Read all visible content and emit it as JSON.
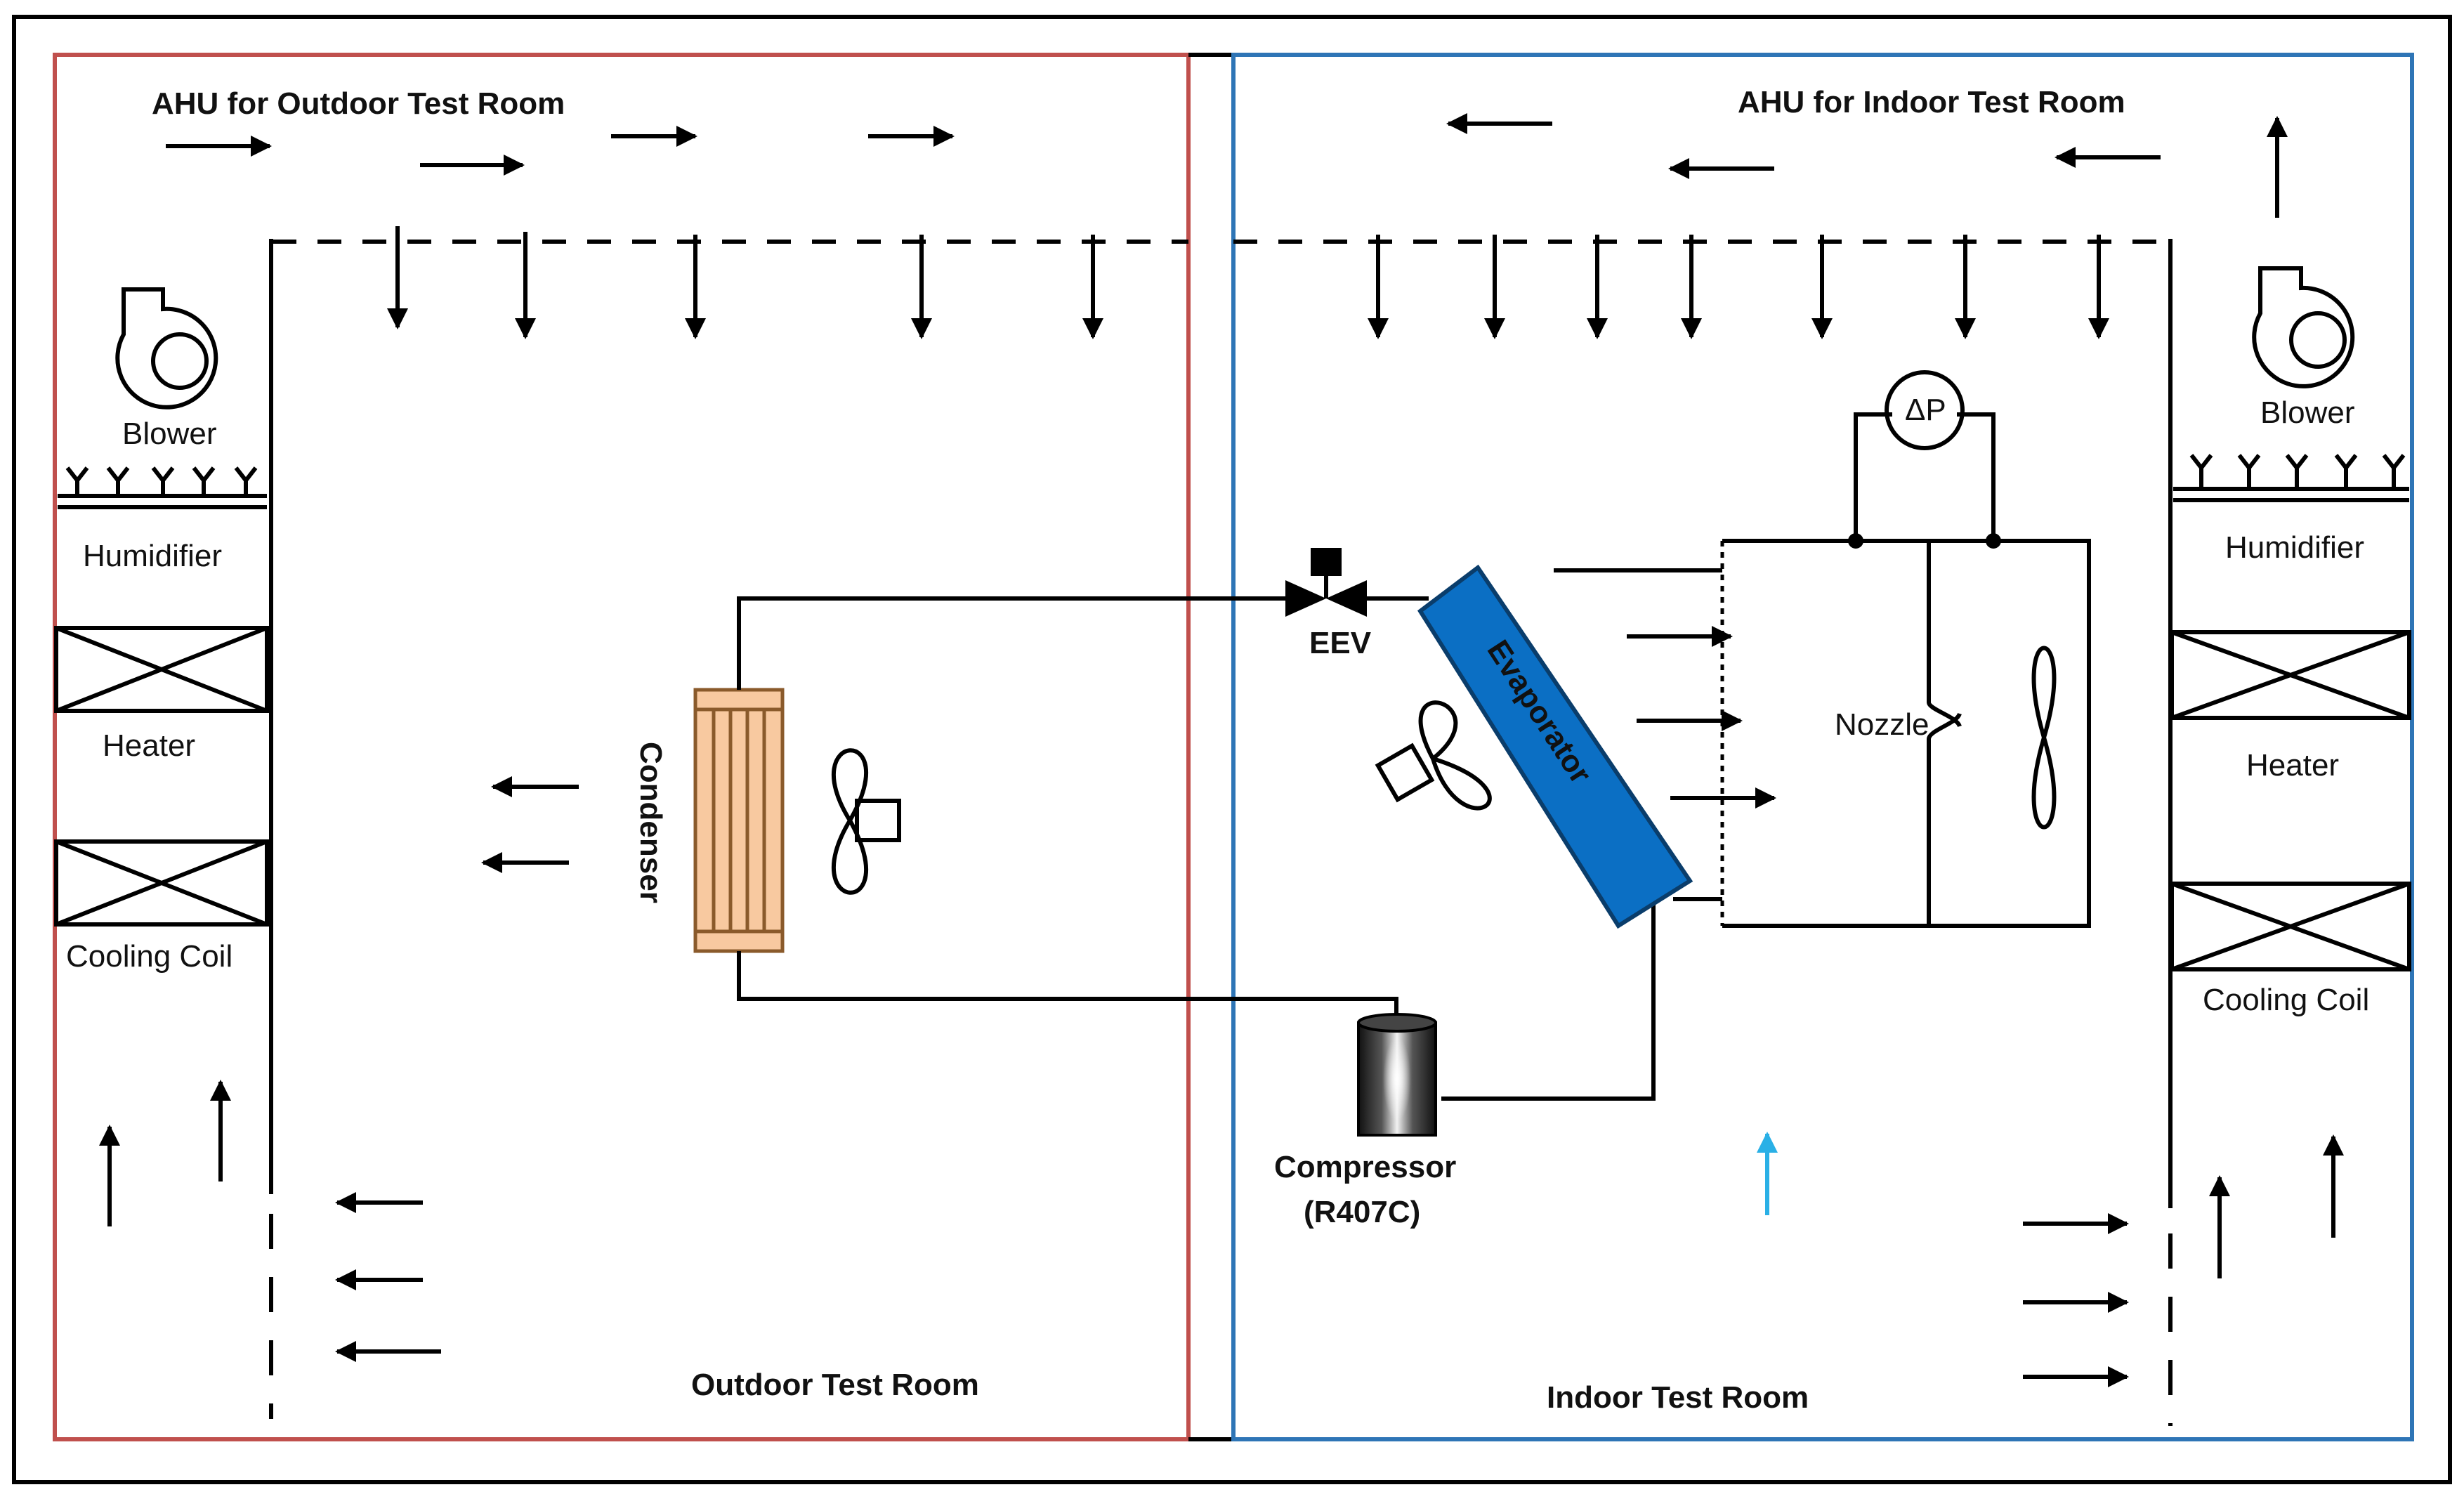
{
  "labels": {
    "ahu_outdoor": "AHU for Outdoor Test Room",
    "ahu_indoor": "AHU for Indoor Test Room",
    "blower_left": "Blower",
    "blower_right": "Blower",
    "humidifier_left": "Humidifier",
    "humidifier_right": "Humidifier",
    "heater_left": "Heater",
    "heater_right": "Heater",
    "cooling_coil_left": "Cooling Coil",
    "cooling_coil_right": "Cooling Coil",
    "condenser": "Condenser",
    "eev": "EEV",
    "evaporator": "Evaporator",
    "dp": "ΔP",
    "nozzle": "Nozzle",
    "compressor": "Compressor",
    "refrigerant": "(R407C)",
    "outdoor_room": "Outdoor Test Room",
    "indoor_room": "Indoor Test Room"
  },
  "colors": {
    "outdoor_border": "#c0504d",
    "indoor_border": "#2e75b6",
    "condenser_fill": "#f8c9a0",
    "condenser_stroke": "#8a5a2b",
    "evaporator_fill": "#0b6fc4",
    "evaporator_stroke": "#0a3d6b",
    "supply_arrow": "#2ab0e6"
  },
  "icons": [
    "blower-icon",
    "fan-icon",
    "valve-icon",
    "compressor-icon",
    "humidifier-nozzle-icon",
    "coil-icon",
    "flow-arrow-icon"
  ]
}
